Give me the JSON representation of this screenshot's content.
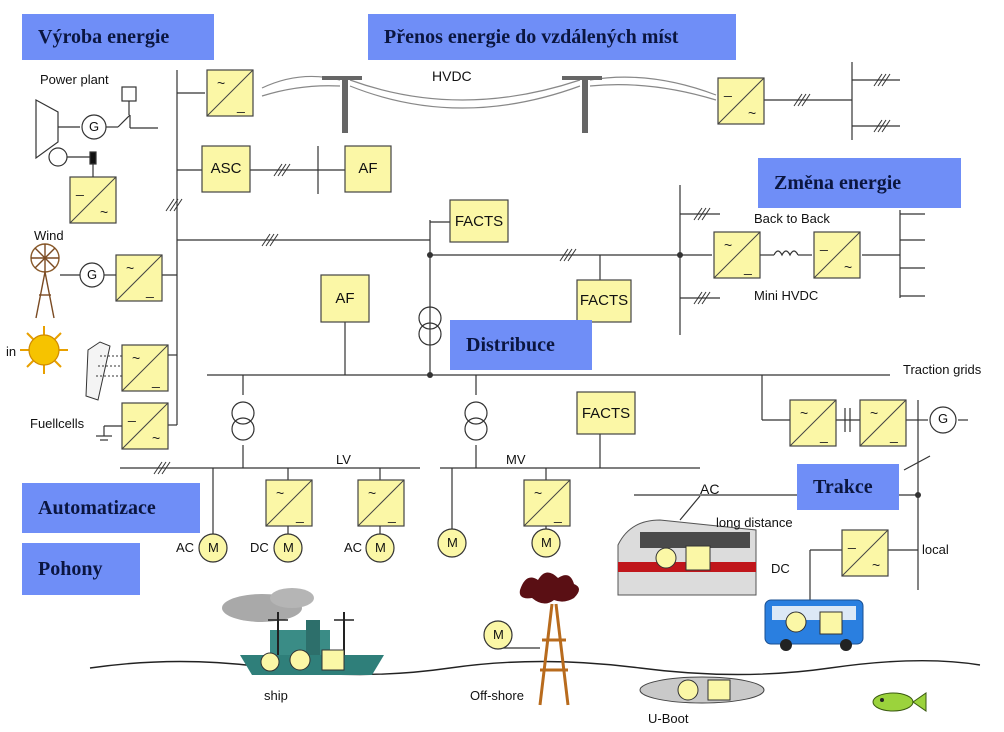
{
  "sections": {
    "vyroba": "Výroba energie",
    "prenos": "Přenos energie do vzdálených míst",
    "zmena": "Změna energie",
    "distribuce": "Distribuce",
    "automatizace": "Automatizace",
    "pohony": "Pohony",
    "trakce": "Trakce"
  },
  "labels": {
    "power_plant": "Power plant",
    "hvdc": "HVDC",
    "wind": "Wind",
    "sun": "in",
    "fuelcells": "Fuellcells",
    "back_to_back": "Back to Back",
    "mini_hvdc": "Mini HVDC",
    "traction_grids": "Traction grids",
    "lv": "LV",
    "mv": "MV",
    "ac_line": "AC",
    "long_distance": "long distance",
    "dc_line": "DC",
    "local": "local",
    "ship": "ship",
    "offshore": "Off-shore",
    "uboot": "U-Boot"
  },
  "boxes": {
    "asc": "ASC",
    "af1": "AF",
    "af2": "AF",
    "facts1": "FACTS",
    "facts2": "FACTS",
    "facts3": "FACTS"
  },
  "motor": {
    "symbol": "M",
    "ac1": "AC",
    "dc": "DC",
    "ac2": "AC"
  },
  "generator": "G",
  "colors": {
    "label_bg": "#6f8ef7",
    "box_fill": "#fbf7a6",
    "line": "#333333"
  }
}
